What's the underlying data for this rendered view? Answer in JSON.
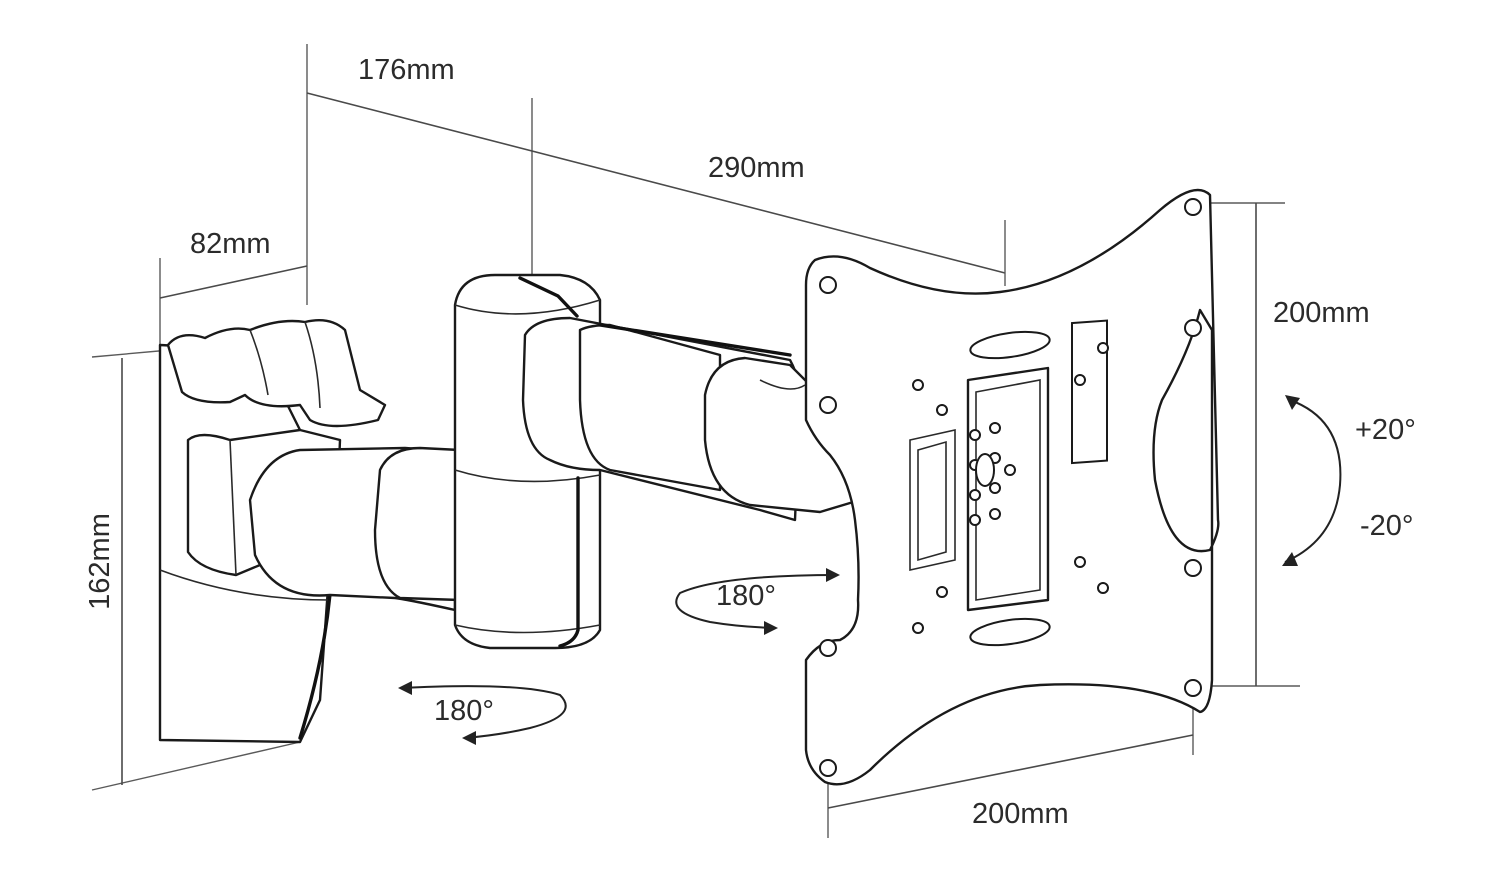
{
  "dimensions": {
    "wall_depth": "82mm",
    "first_arm": "176mm",
    "total_extension": "290mm",
    "plate_height": "200mm",
    "plate_width": "200mm",
    "wall_plate_height": "162mm"
  },
  "rotations": {
    "tilt_up": "+20°",
    "tilt_down": "-20°",
    "plate_swivel": "180°",
    "wall_swivel": "180°"
  },
  "colors": {
    "line": "#1a1a1a",
    "dimension": "#4a4a4a",
    "background": "#ffffff"
  }
}
